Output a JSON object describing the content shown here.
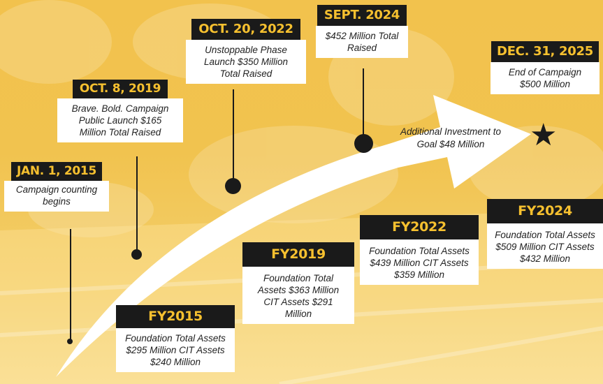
{
  "milestones": [
    {
      "date": "JAN. 1, 2015",
      "text": "Campaign counting begins"
    },
    {
      "date": "OCT. 8, 2019",
      "text": "Brave. Bold. Campaign Public Launch $165 Million Total Raised"
    },
    {
      "date": "OCT. 20, 2022",
      "text": "Unstoppable Phase Launch $350 Million Total Raised"
    },
    {
      "date": "SEPT. 2024",
      "text": "$452 Million Total Raised"
    },
    {
      "date": "DEC. 31, 2025",
      "text": "End of Campaign $500 Million"
    }
  ],
  "arrow_label": "Additional Investment to Goal $48 Million",
  "fiscal_years": [
    {
      "label": "FY2015",
      "text": "Foundation Total Assets $295 Million CIT Assets $240 Million"
    },
    {
      "label": "FY2019",
      "text": "Foundation Total Assets $363 Million CIT Assets $291 Million"
    },
    {
      "label": "FY2022",
      "text": "Foundation Total Assets $439 Million CIT Assets $359 Million"
    },
    {
      "label": "FY2024",
      "text": "Foundation Total Assets $509 Million CIT Assets $432 Million"
    }
  ],
  "colors": {
    "accent": "#f6c02f",
    "dark": "#1a1a1a",
    "background": "#f2c24d"
  }
}
